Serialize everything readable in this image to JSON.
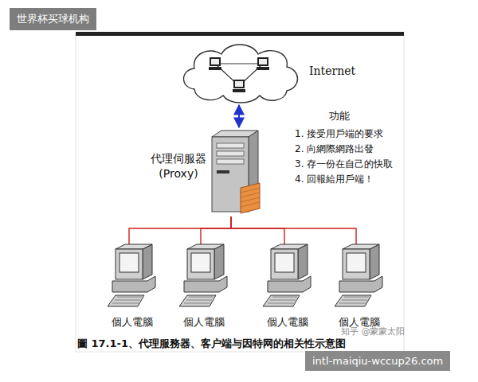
{
  "diagram": {
    "caption": "圖 17.1-1、代理服務器、客户端与因特网的相关性示意图",
    "nodes": [
      {
        "text": [
          "Internet"
        ]
      },
      {
        "text": [
          "代理伺服器 (Proxy)"
        ]
      },
      {
        "text": [
          "個人電腦"
        ]
      },
      {
        "text": [
          "個人電腦"
        ]
      },
      {
        "text": [
          "個人電腦"
        ]
      },
      {
        "text": [
          "個人電腦"
        ]
      }
    ],
    "edges": [
      {
        "from": 0,
        "to": 1,
        "arrow": "both"
      },
      {
        "from": 1,
        "to": 2,
        "arrow": "to"
      },
      {
        "from": 1,
        "to": 3,
        "arrow": "to"
      },
      {
        "from": 1,
        "to": 4,
        "arrow": "to"
      },
      {
        "from": 1,
        "to": 5,
        "arrow": "to"
      }
    ],
    "labels": [
      "世界杯买球机构",
      "intl-maiqiu-wccup26.com",
      "功能",
      "1. 接受用戶端的要求",
      "2. 向網際網路出發",
      "3. 存一份在自己的快取",
      "4. 回報給用戶端！",
      "知乎 @蒙蒙太阳"
    ]
  }
}
